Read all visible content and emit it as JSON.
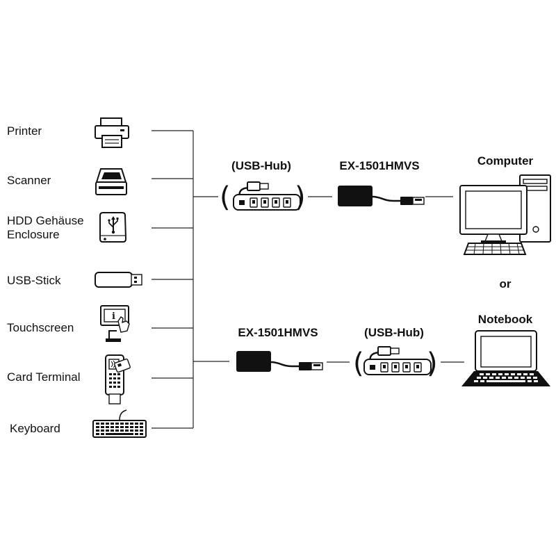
{
  "devices": {
    "printer": "Printer",
    "scanner": "Scanner",
    "hdd_line1": "HDD Gehäuse",
    "hdd_line2": "Enclosure",
    "usb_stick": "USB-Stick",
    "touchscreen": "Touchscreen",
    "card_terminal": "Card Terminal",
    "keyboard": "Keyboard"
  },
  "top_path": {
    "hub_label": "(USB-Hub)",
    "extender_label": "EX-1501HMVS",
    "host_label": "Computer"
  },
  "separator": "or",
  "bottom_path": {
    "extender_label": "EX-1501HMVS",
    "hub_label": "(USB-Hub)",
    "host_label": "Notebook"
  },
  "icons": {
    "printer": "printer-icon",
    "scanner": "scanner-icon",
    "hdd": "hdd-enclosure-icon",
    "usb_stick": "usb-stick-icon",
    "touchscreen": "touchscreen-kiosk-icon",
    "card_terminal": "card-terminal-icon",
    "keyboard": "keyboard-icon",
    "hub": "usb-hub-icon",
    "extender": "usb-extender-icon",
    "computer": "desktop-computer-icon",
    "notebook": "notebook-icon"
  },
  "colors": {
    "line": "#222222",
    "icon": "#111111",
    "background": "#ffffff"
  }
}
